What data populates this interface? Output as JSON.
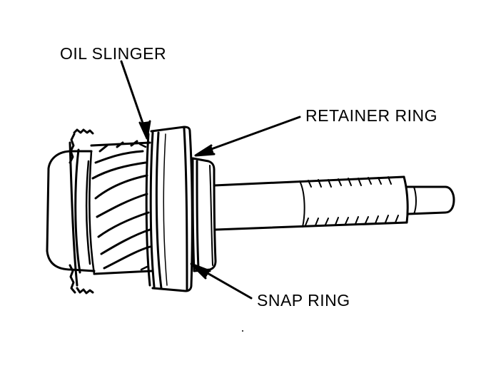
{
  "diagram": {
    "labels": {
      "oil_slinger": "OIL SLINGER",
      "retainer_ring": "RETAINER RING",
      "snap_ring": "SNAP RING"
    },
    "colors": {
      "ink": "#000000",
      "paper": "#ffffff"
    }
  }
}
